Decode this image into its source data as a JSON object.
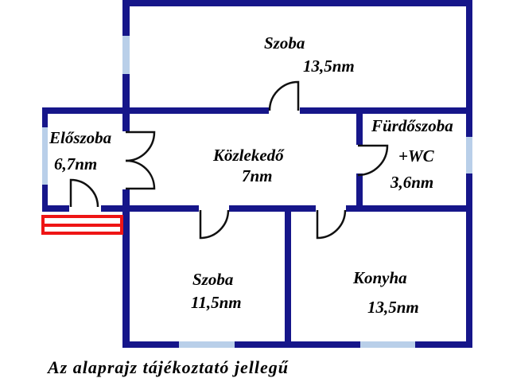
{
  "rooms": {
    "szoba_top": {
      "name": "Szoba",
      "area": "13,5nm"
    },
    "eloszoba": {
      "name": "Előszoba",
      "area": "6,7nm"
    },
    "kozlekedo": {
      "name": "Közlekedő",
      "area": "7nm"
    },
    "furdoszoba": {
      "name": "Fürdőszoba",
      "wc": "+WC",
      "area": "3,6nm"
    },
    "szoba_also": {
      "name": "Szoba",
      "area": "11,5nm"
    },
    "konyha": {
      "name": "Konyha",
      "area": "13,5nm"
    }
  },
  "footer": "Az alaprajz tájékoztató jellegű",
  "colors": {
    "wall": "#16168a",
    "window": "#b9cfe9",
    "stairs": "#ee1515",
    "door_swing": "#111111",
    "text": "#000000",
    "background": "#ffffff"
  },
  "symbols": {
    "window_count": 5,
    "door_count": 6,
    "stairs": "entrance-steps"
  }
}
